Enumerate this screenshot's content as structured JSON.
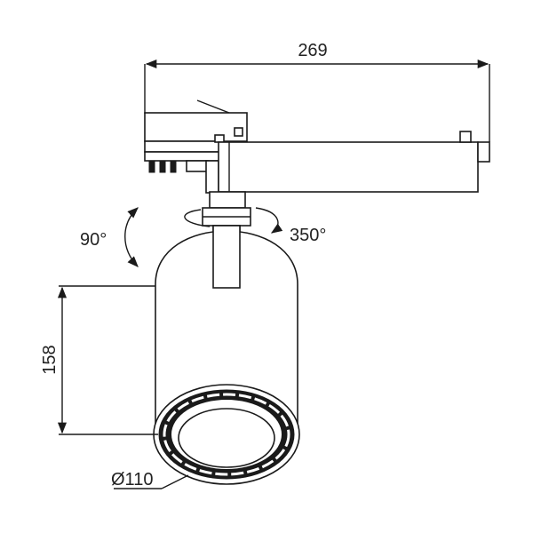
{
  "dimensions": {
    "width_label": "269",
    "height_label": "158",
    "diameter_label": "Ø110"
  },
  "rotations": {
    "tilt_label": "90°",
    "pan_label": "350°"
  },
  "colors": {
    "line": "#1a1a1a",
    "background": "#ffffff"
  }
}
